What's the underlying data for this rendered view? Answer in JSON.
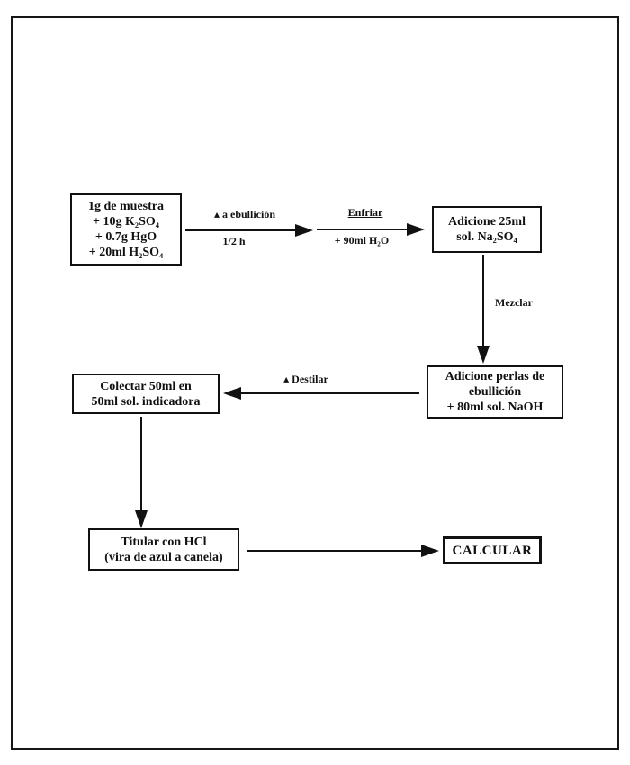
{
  "page": {
    "paper_color": "#ffffff",
    "ink_color": "#111111"
  },
  "flowchart": {
    "boxes": {
      "sample": {
        "lines": [
          "1g de muestra",
          "+ 10g K₂SO₄",
          "+ 0.7g HgO",
          "+ 20ml H₂SO₄"
        ]
      },
      "add_na2so4": {
        "lines": [
          "Adicione 25ml",
          "sol. Na₂SO₄"
        ]
      },
      "add_perlas": {
        "lines": [
          "Adicione perlas de",
          "ebullición",
          "+ 80ml sol. NaOH"
        ]
      },
      "colectar": {
        "lines": [
          "Colectar 50ml en",
          "50ml sol. indicadora"
        ]
      },
      "titular": {
        "lines": [
          "Titular con HCl",
          "(vira de azul a canela)"
        ]
      },
      "calcular": {
        "label": "CALCULAR"
      }
    },
    "arrows": {
      "ebullicion": {
        "label_top": "▴ a ebullición",
        "label_bottom": "1/2 h"
      },
      "enfriar": {
        "label_top": "Enfriar",
        "label_bottom": "+ 90ml H₂O"
      },
      "mezclar": {
        "label": "Mezclar"
      },
      "destilar": {
        "label": "▴ Destilar"
      }
    }
  }
}
